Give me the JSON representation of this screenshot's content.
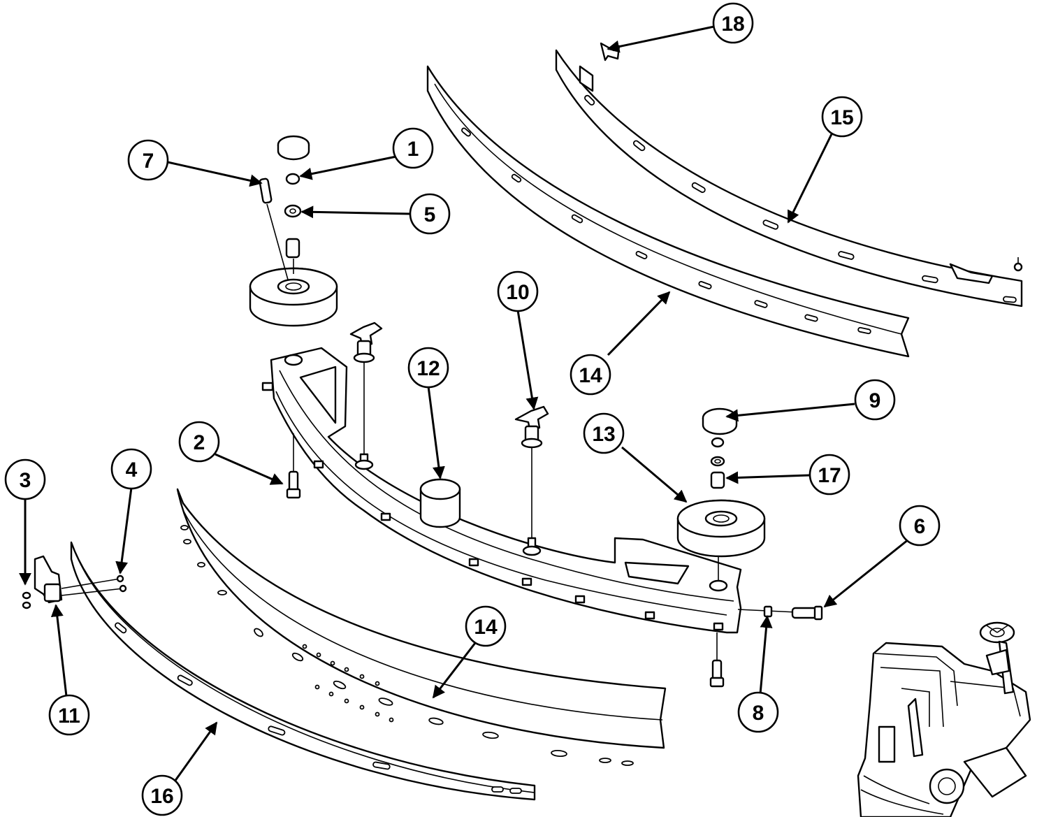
{
  "diagram": {
    "type": "exploded-parts-drawing",
    "callouts": [
      {
        "id": "c1",
        "label": "1"
      },
      {
        "id": "c2",
        "label": "2"
      },
      {
        "id": "c3",
        "label": "3"
      },
      {
        "id": "c4",
        "label": "4"
      },
      {
        "id": "c5",
        "label": "5"
      },
      {
        "id": "c6",
        "label": "6"
      },
      {
        "id": "c7",
        "label": "7"
      },
      {
        "id": "c8",
        "label": "8"
      },
      {
        "id": "c9",
        "label": "9"
      },
      {
        "id": "c10",
        "label": "10"
      },
      {
        "id": "c11",
        "label": "11"
      },
      {
        "id": "c12",
        "label": "12"
      },
      {
        "id": "c13",
        "label": "13"
      },
      {
        "id": "c14a",
        "label": "14"
      },
      {
        "id": "c14b",
        "label": "14"
      },
      {
        "id": "c15",
        "label": "15"
      },
      {
        "id": "c16",
        "label": "16"
      },
      {
        "id": "c17",
        "label": "17"
      },
      {
        "id": "c18",
        "label": "18"
      }
    ]
  }
}
